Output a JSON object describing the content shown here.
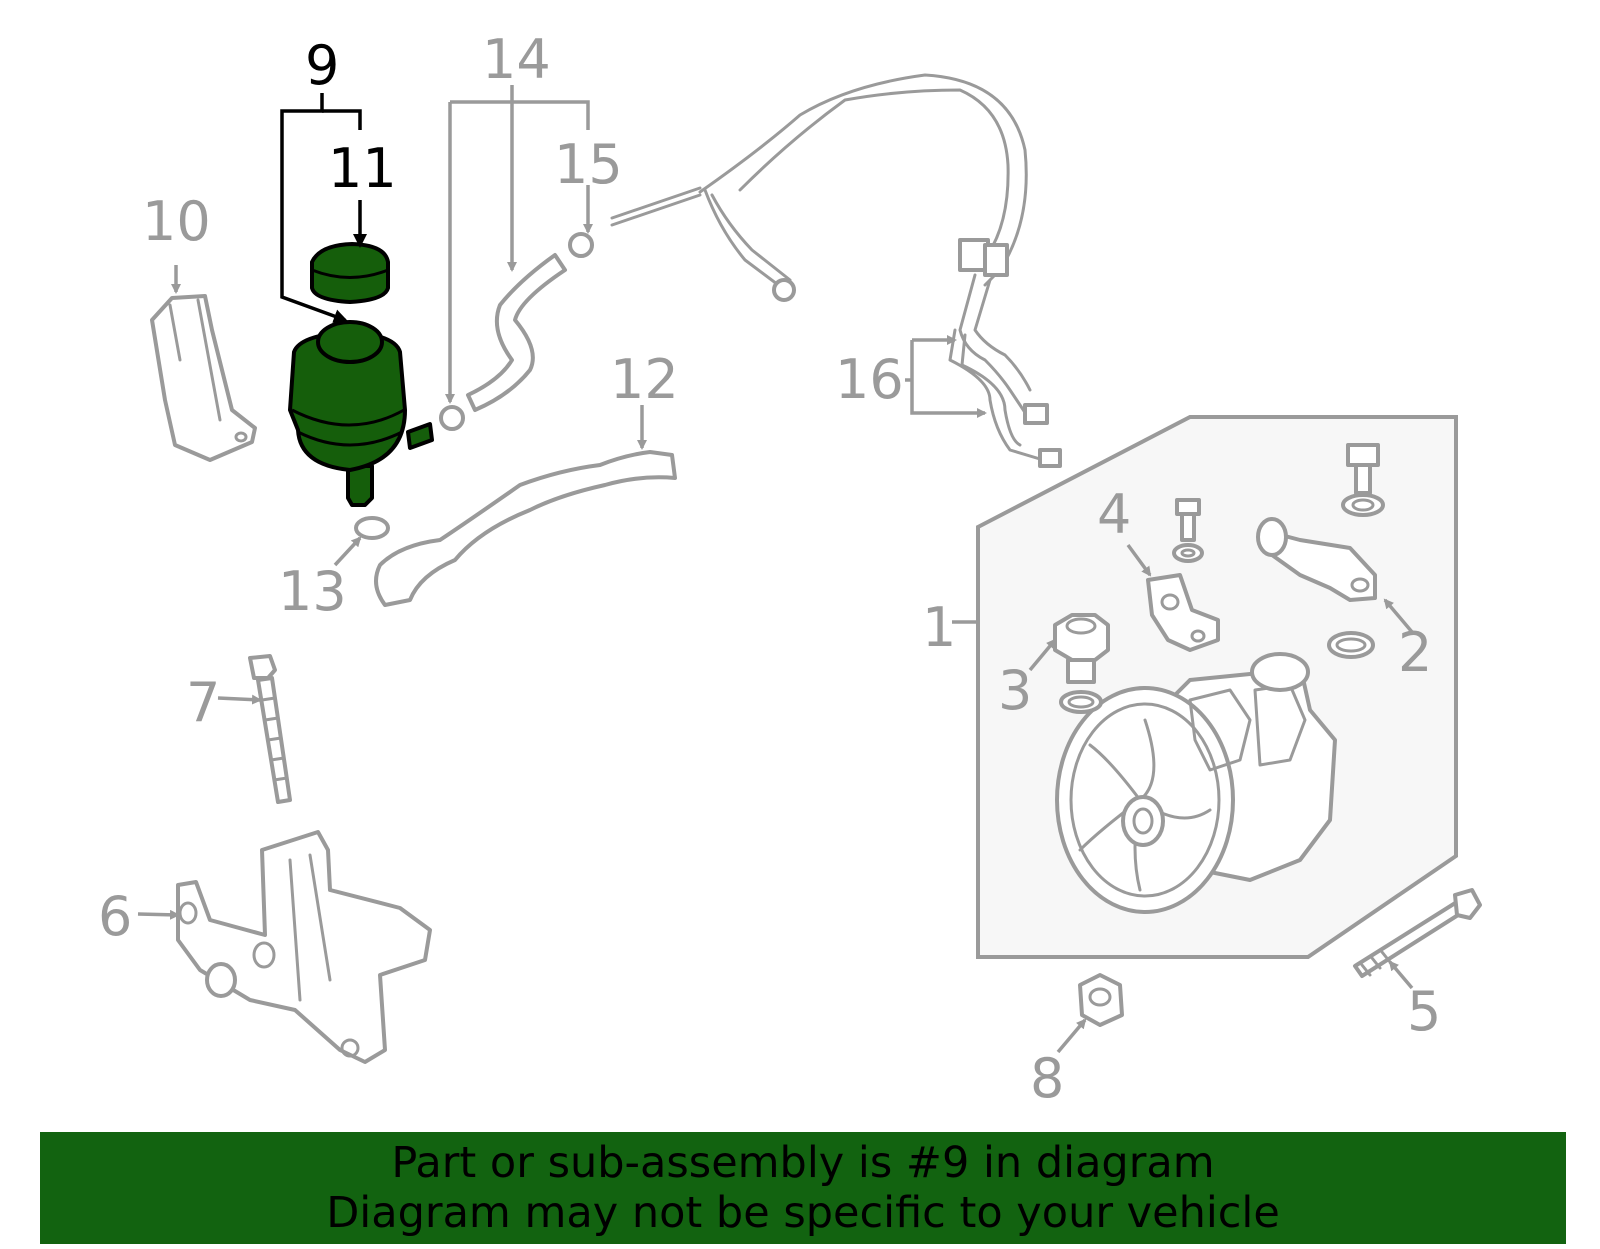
{
  "diagram": {
    "callouts": {
      "c1": "1",
      "c2": "2",
      "c3": "3",
      "c4": "4",
      "c5": "5",
      "c6": "6",
      "c7": "7",
      "c8": "8",
      "c9": "9",
      "c10": "10",
      "c11": "11",
      "c12": "12",
      "c13": "13",
      "c14": "14",
      "c15": "15",
      "c16": "16"
    },
    "highlighted_part": "9",
    "colors": {
      "highlight": "#155e0b",
      "banner": "#126310",
      "line_art": "#9a9a9a"
    }
  },
  "banner": {
    "line1": "Part or sub-assembly is #9 in diagram",
    "line2": "Diagram may not be specific to your vehicle"
  }
}
